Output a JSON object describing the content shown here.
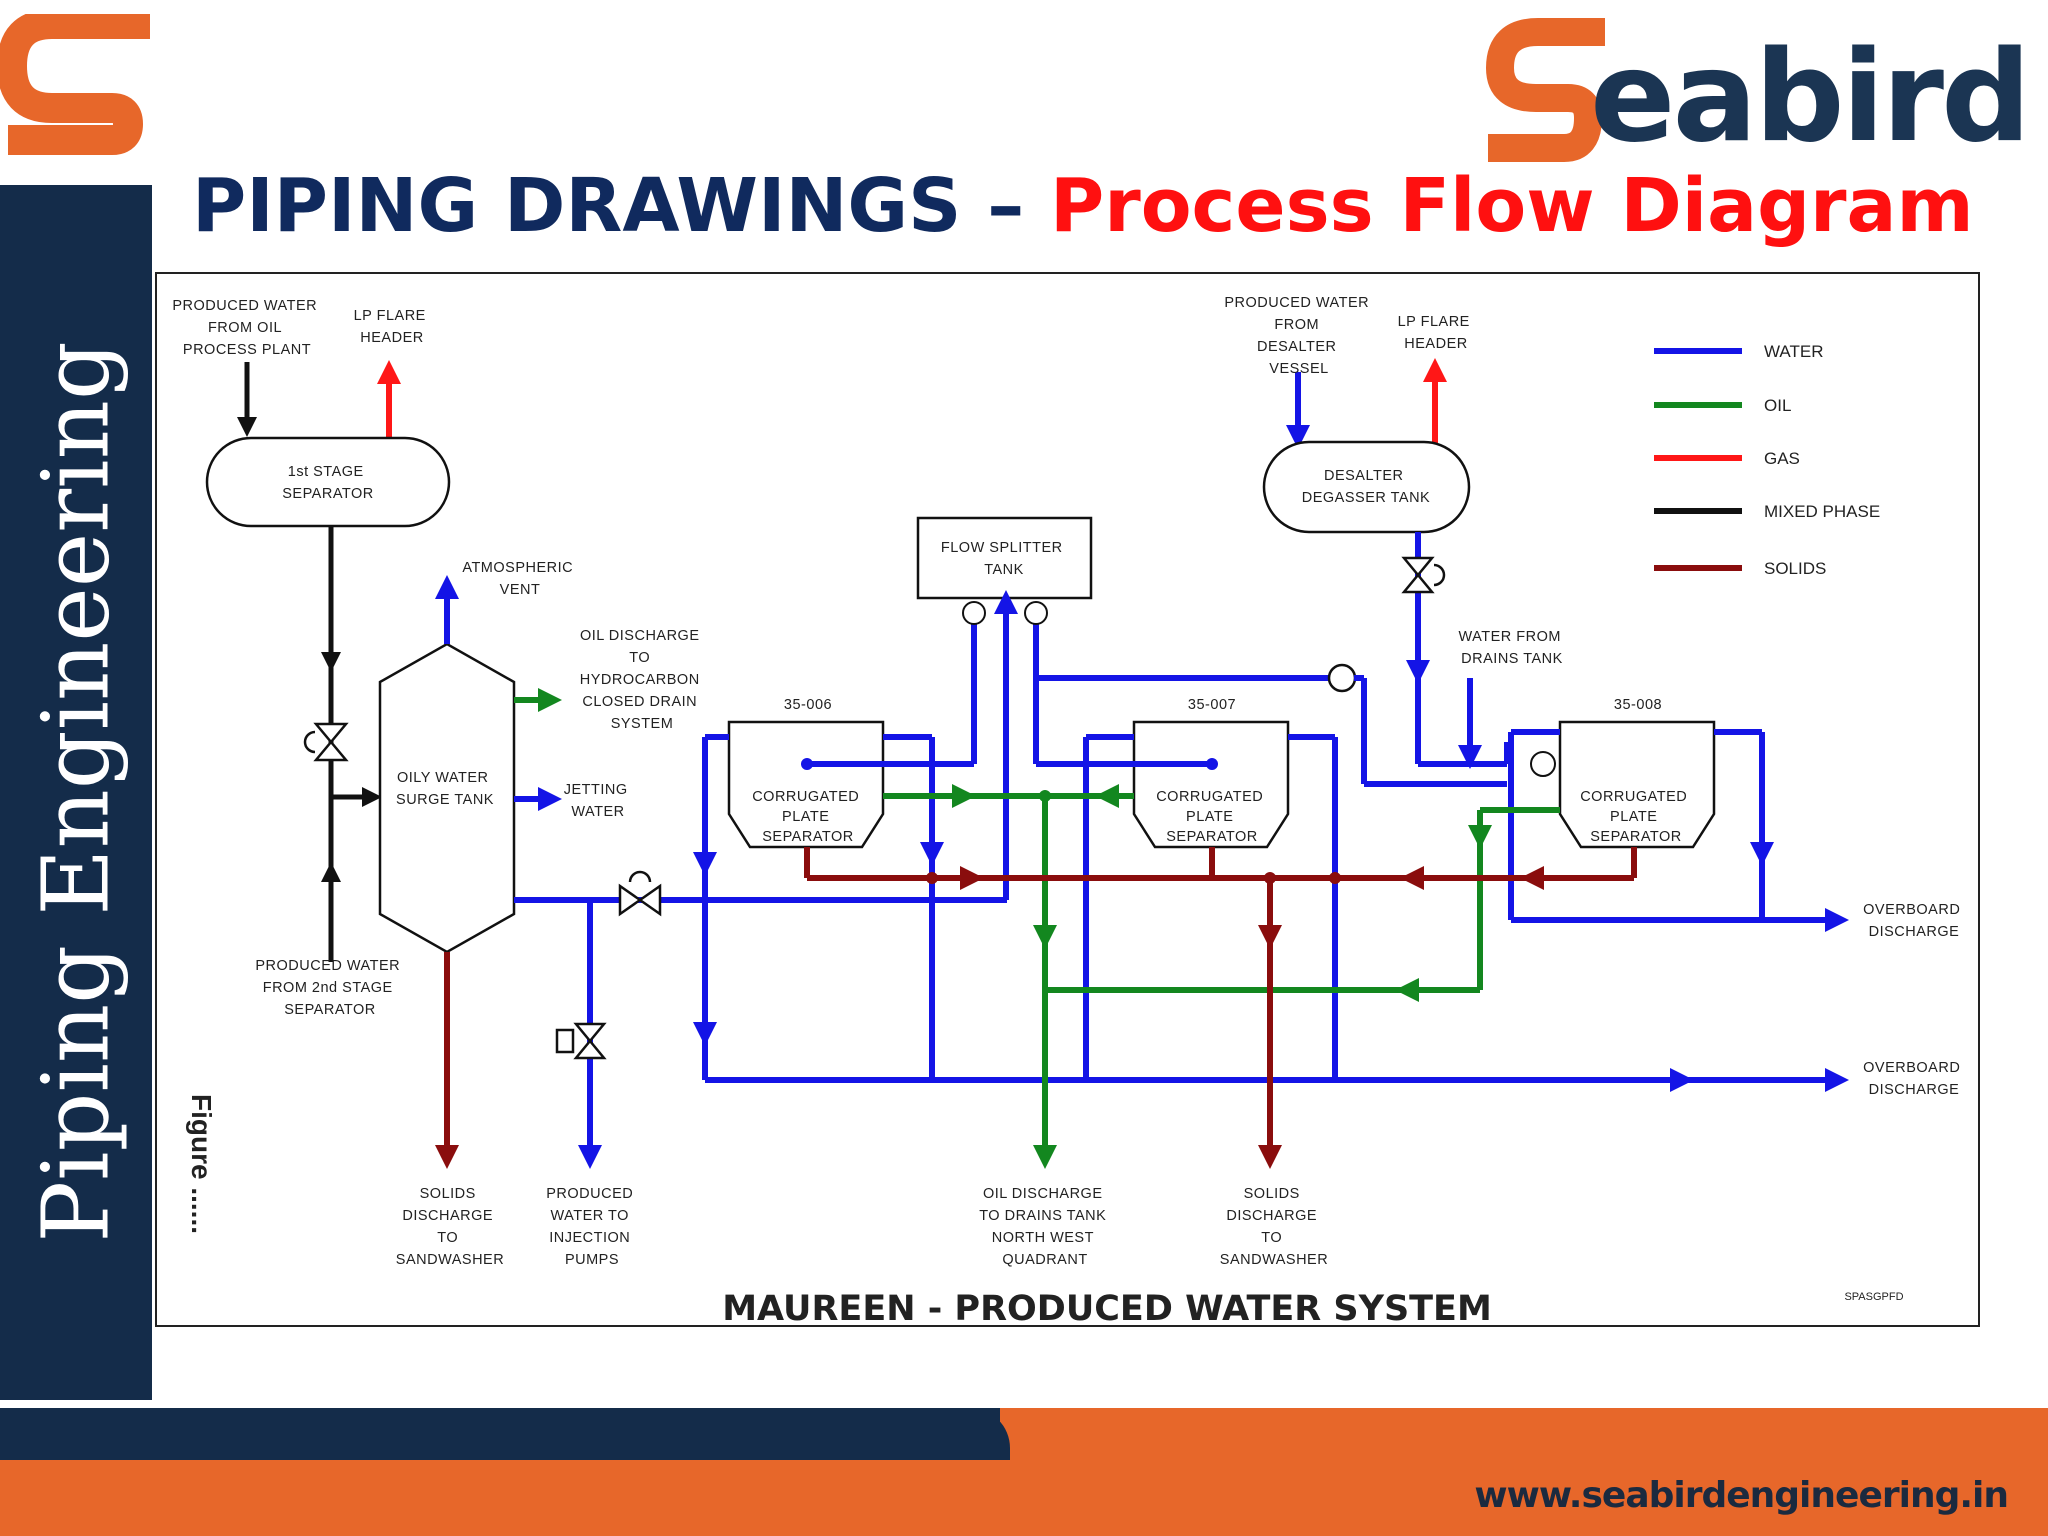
{
  "header": {
    "title_part1": "PIPING DRAWINGS",
    "title_separator": "–",
    "title_part2": "Process Flow Diagram",
    "brand_name": "eabird",
    "brand_logo_icon": "seabird-s-logo-icon",
    "side_text": "Piping Engineering"
  },
  "diagram": {
    "title": "MAUREEN  -  PRODUCED WATER SYSTEM",
    "drawing_ref": "SPASGPFD",
    "figure_label": "Figure ......",
    "legend": [
      {
        "label": "WATER",
        "color": "#1414e6"
      },
      {
        "label": "OIL",
        "color": "#13871f"
      },
      {
        "label": "GAS",
        "color": "#ff1717"
      },
      {
        "label": "MIXED PHASE",
        "color": "#111111"
      },
      {
        "label": "SOLIDS",
        "color": "#8a0d0d"
      }
    ],
    "labels": {
      "produced_water_oil_plant": [
        "PRODUCED WATER",
        "FROM OIL",
        "PROCESS PLANT"
      ],
      "lp_flare_header_1": [
        "LP FLARE",
        "HEADER"
      ],
      "first_stage_separator": [
        "1st STAGE",
        "SEPARATOR"
      ],
      "atmospheric_vent": [
        "ATMOSPHERIC",
        "VENT"
      ],
      "oil_discharge_hc_drain": [
        "OIL DISCHARGE",
        "TO",
        "HYDROCARBON",
        "CLOSED DRAIN",
        "SYSTEM"
      ],
      "oily_water_surge_tank": [
        "OILY WATER",
        "SURGE TANK"
      ],
      "jetting_water": [
        "JETTING",
        "WATER"
      ],
      "produced_water_2nd_stage": [
        "PRODUCED WATER",
        "FROM 2nd STAGE",
        "SEPARATOR"
      ],
      "solids_discharge_1": [
        "SOLIDS",
        "DISCHARGE",
        "TO",
        "SANDWASHER"
      ],
      "produced_water_injection": [
        "PRODUCED",
        "WATER TO",
        "INJECTION",
        "PUMPS"
      ],
      "flow_splitter_tank": [
        "FLOW SPLITTER",
        "TANK"
      ],
      "produced_water_desalter": [
        "PRODUCED WATER",
        "FROM",
        "DESALTER",
        "VESSEL"
      ],
      "lp_flare_header_2": [
        "LP FLARE",
        "HEADER"
      ],
      "desalter_degasser_tank": [
        "DESALTER",
        "DEGASSER TANK"
      ],
      "water_from_drains": [
        "WATER FROM",
        "DRAINS TANK"
      ],
      "cps_tags": [
        "35-006",
        "35-007",
        "35-008"
      ],
      "cps_name": [
        "CORRUGATED",
        "PLATE",
        "SEPARATOR"
      ],
      "overboard_discharge_1": [
        "OVERBOARD",
        "DISCHARGE"
      ],
      "overboard_discharge_2": [
        "OVERBOARD",
        "DISCHARGE"
      ],
      "oil_discharge_drains": [
        "OIL DISCHARGE",
        "TO DRAINS TANK",
        "NORTH WEST",
        "QUADRANT"
      ],
      "solids_discharge_2": [
        "SOLIDS",
        "DISCHARGE",
        "TO",
        "SANDWASHER"
      ]
    }
  },
  "footer": {
    "url": "www.seabirdengineering.in"
  }
}
